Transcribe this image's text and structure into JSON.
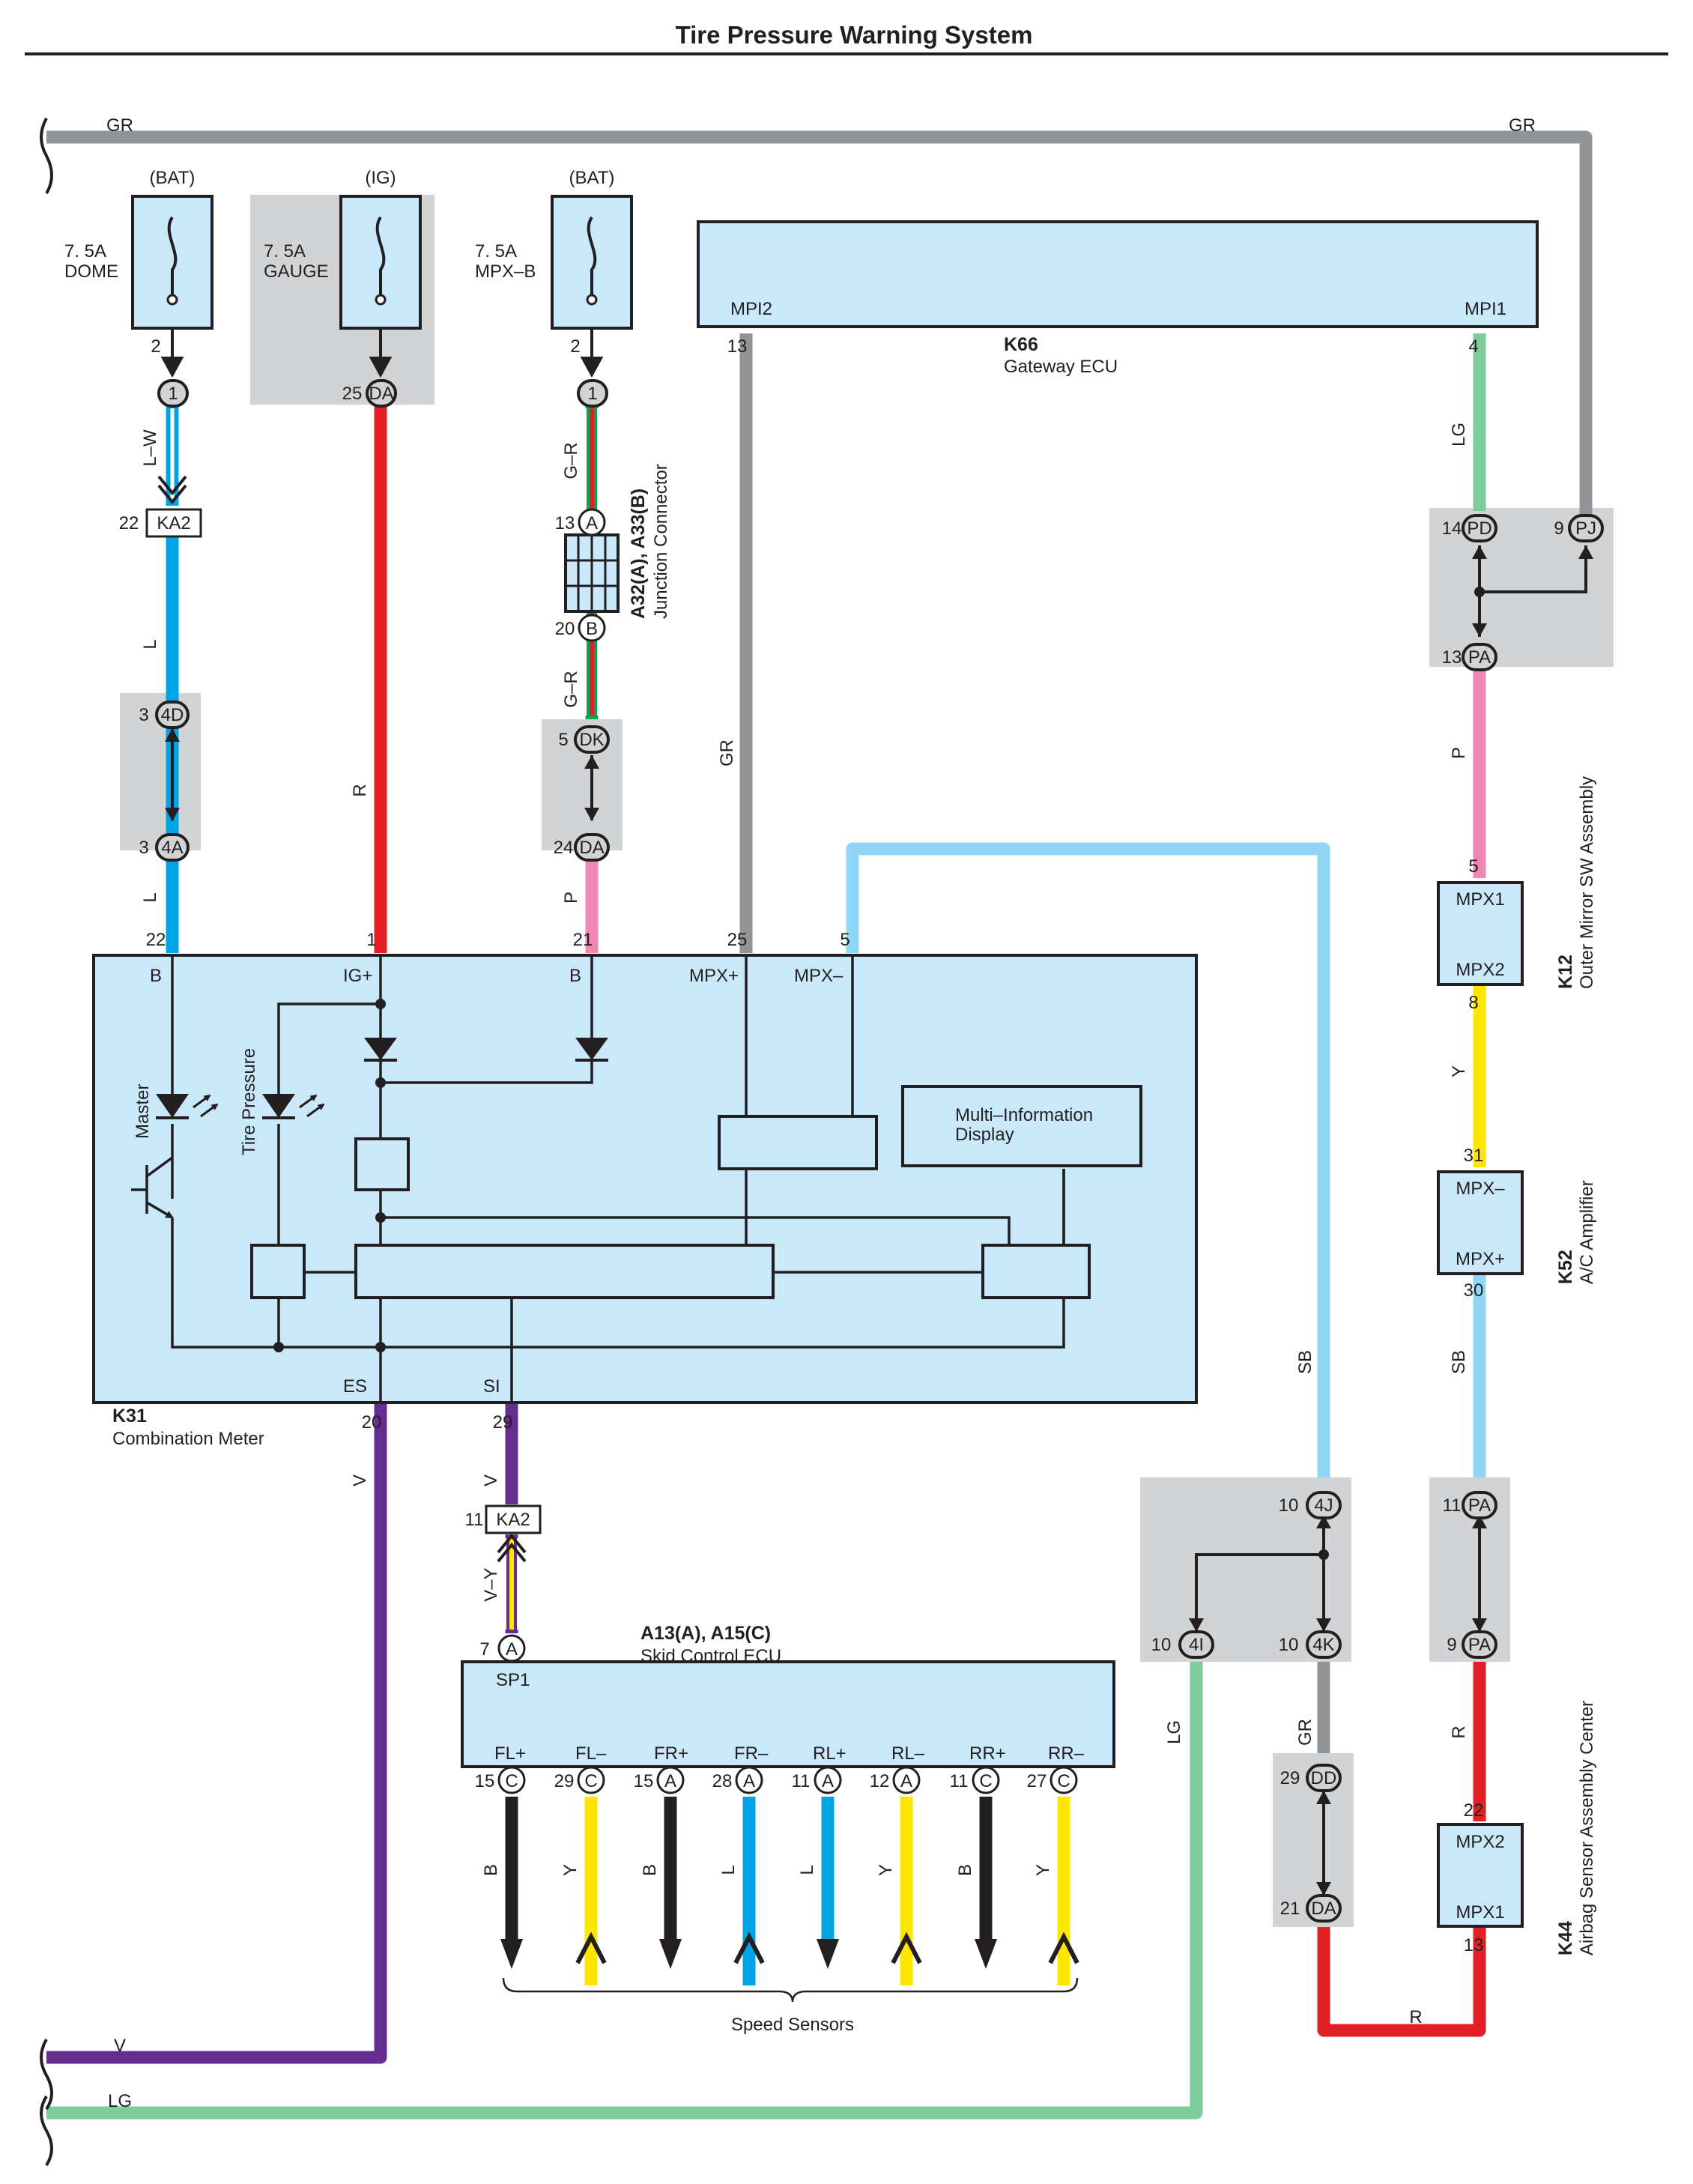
{
  "title": "Tire Pressure Warning System",
  "colors": {
    "GR": "#929497",
    "LG": "#7fcc9b",
    "L": "#00a4e4",
    "R": "#e31e24",
    "P": "#ef86b4",
    "V": "#662d91",
    "SB": "#8fd6f7",
    "Y": "#ffe600",
    "B": "#231f20",
    "G": "#00a651",
    "W": "#ffffff",
    "component_fill": "#c9e9fa",
    "junction_block_fill": "#d1d3d4"
  },
  "fuses": [
    {
      "supply": "(BAT)",
      "rating": "7. 5A",
      "name": "DOME"
    },
    {
      "supply": "(IG)",
      "rating": "7. 5A",
      "name": "GAUGE"
    },
    {
      "supply": "(BAT)",
      "rating": "7. 5A",
      "name": "MPX–B"
    }
  ],
  "components": {
    "k66": {
      "code": "K66",
      "name": "Gateway ECU",
      "pin_left": "MPI2",
      "pin_right": "MPI1"
    },
    "k31": {
      "code": "K31",
      "name": "Combination Meter",
      "pins_top": [
        "B",
        "IG+",
        "B",
        "MPX+",
        "MPX–"
      ],
      "pins_bottom": [
        "ES",
        "SI"
      ],
      "master_label": "Master",
      "tire_label": "Tire Pressure",
      "mid_line1": "Multi–Information",
      "mid_line2": "Display"
    },
    "junction": {
      "code": "A32(A), A33(B)",
      "name": "Junction Connector"
    },
    "skid": {
      "code": "A13(A), A15(C)",
      "name": "Skid Control ECU",
      "pin_sp1": "SP1",
      "sensor_pins": [
        "FL+",
        "FL–",
        "FR+",
        "FR–",
        "RL+",
        "RL–",
        "RR+",
        "RR–"
      ]
    },
    "k12": {
      "code": "K12",
      "name": "Outer Mirror SW Assembly",
      "pin_top": "MPX1",
      "pin_bottom": "MPX2"
    },
    "k52": {
      "code": "K52",
      "name": "A/C Amplifier",
      "pin_top": "MPX–",
      "pin_bottom": "MPX+"
    },
    "k44": {
      "code": "K44",
      "name": "Airbag Sensor Assembly Center",
      "pin_top": "MPX2",
      "pin_bottom": "MPX1"
    }
  },
  "speed_sensors_label": "Speed Sensors",
  "wire_labels": [
    "GR",
    "GR",
    "L–W",
    "L",
    "L",
    "R",
    "G–R",
    "G–R",
    "P",
    "GR",
    "LG",
    "P",
    "Y",
    "SB",
    "SB",
    "V",
    "V",
    "V–Y",
    "LG",
    "GR",
    "R",
    "R",
    "V",
    "LG",
    "B",
    "Y",
    "B",
    "L",
    "L",
    "Y",
    "B",
    "Y"
  ],
  "connectors": [
    "1",
    "DA",
    "1",
    "KA2",
    "A",
    "B",
    "4D",
    "4A",
    "DK",
    "DA",
    "PD",
    "PJ",
    "PA",
    "KA2",
    "A",
    "4J",
    "4I",
    "4K",
    "PA",
    "PA",
    "DD",
    "DA",
    "C",
    "C",
    "A",
    "A",
    "A",
    "A",
    "C",
    "C"
  ],
  "pin_numbers": [
    "2",
    "2",
    "25",
    "22",
    "13",
    "20",
    "3",
    "3",
    "5",
    "24",
    "22",
    "1",
    "21",
    "25",
    "5",
    "13",
    "4",
    "14",
    "9",
    "13",
    "5",
    "8",
    "31",
    "30",
    "11",
    "9",
    "22",
    "13",
    "20",
    "29",
    "11",
    "7",
    "10",
    "10",
    "10",
    "29",
    "21",
    "15",
    "29",
    "15",
    "28",
    "11",
    "12",
    "11",
    "27"
  ]
}
